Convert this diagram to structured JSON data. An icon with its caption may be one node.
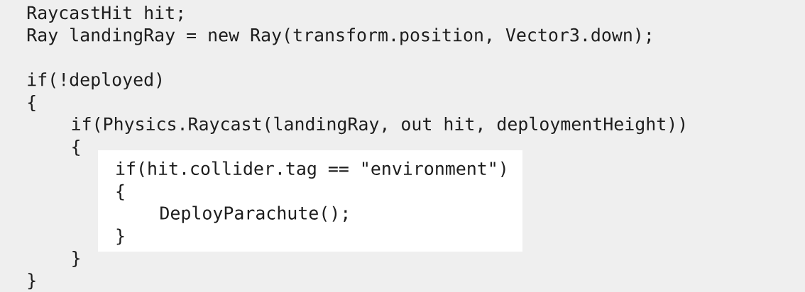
{
  "diagram": {
    "nodes": [
      {
        "text": [
          "if(hit.collider.tag == \"environment\")",
          "{",
          "DeployParachute();",
          "}"
        ]
      }
    ],
    "labels": [
      "RaycastHit hit;",
      "Ray landingRay = new Ray(transform.position, Vector3.down);",
      "if(!deployed)",
      "{",
      "if(Physics.Raycast(landingRay, out hit, deploymentHeight))",
      "{",
      "}",
      "}"
    ]
  }
}
